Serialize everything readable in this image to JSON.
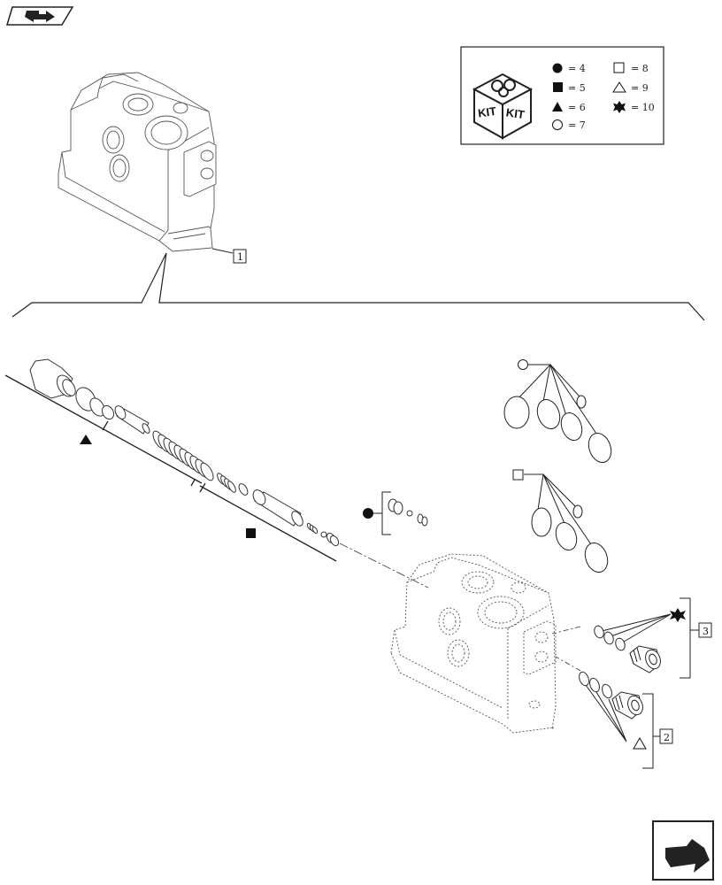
{
  "legend": {
    "kit_label": "KIT",
    "items": [
      {
        "symbol": "filled-circle",
        "text": "= 4"
      },
      {
        "symbol": "filled-square",
        "text": "= 5"
      },
      {
        "symbol": "filled-triangle",
        "text": "= 6"
      },
      {
        "symbol": "open-circle",
        "text": "= 7"
      },
      {
        "symbol": "open-square",
        "text": "= 8"
      },
      {
        "symbol": "open-triangle",
        "text": "= 9"
      },
      {
        "symbol": "filled-star",
        "text": "= 10"
      }
    ]
  },
  "callouts": {
    "valve_section": "1",
    "plug_lower": "2",
    "plug_upper": "3"
  },
  "icons": {
    "top_nav": "previous-page-icon",
    "bottom_nav": "next-page-icon"
  }
}
